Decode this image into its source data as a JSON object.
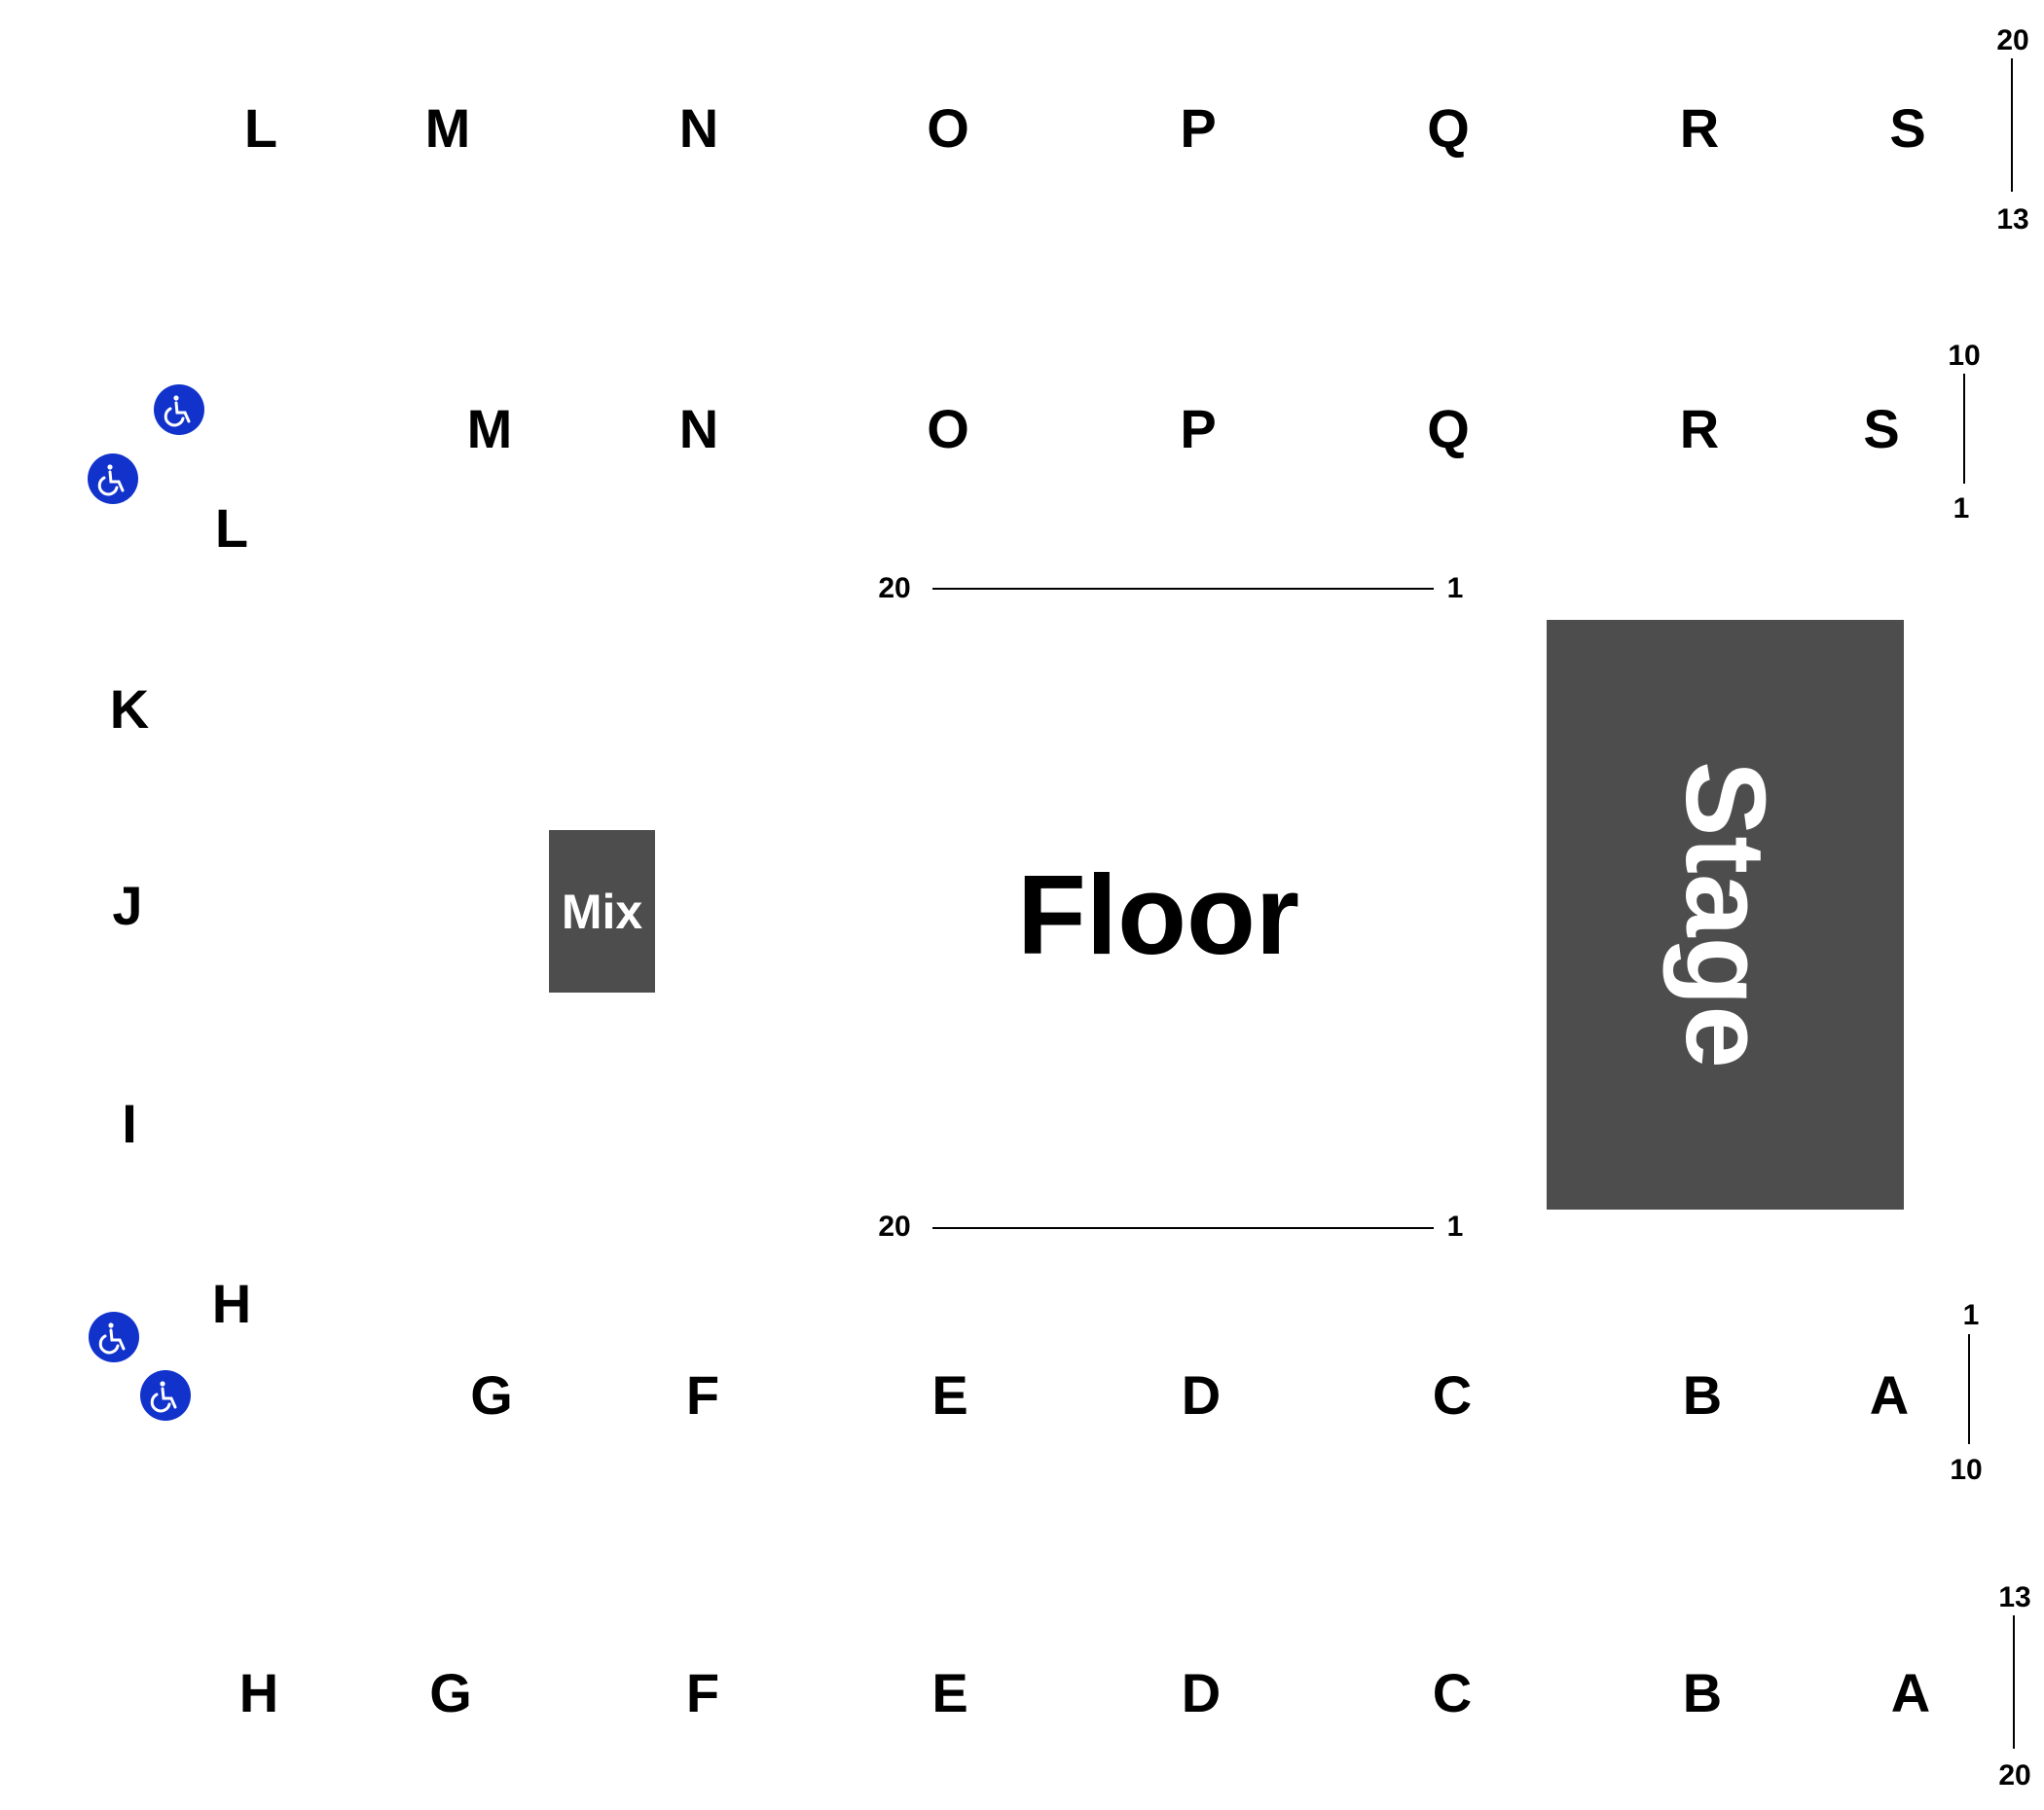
{
  "sections": {
    "upper_top": [
      "L",
      "M",
      "N",
      "O",
      "P",
      "Q",
      "R",
      "S"
    ],
    "lower_top": [
      "M",
      "N",
      "O",
      "P",
      "Q",
      "R",
      "S"
    ],
    "left": [
      "L",
      "K",
      "J",
      "I",
      "H"
    ],
    "lower_bottom": [
      "G",
      "F",
      "E",
      "D",
      "C",
      "B",
      "A"
    ],
    "upper_bottom": [
      "H",
      "G",
      "F",
      "E",
      "D",
      "C",
      "B",
      "A"
    ]
  },
  "areas": {
    "mix": "Mix",
    "floor": "Floor",
    "stage": "Stage"
  },
  "row_ranges": {
    "upper_top": {
      "start": "20",
      "end": "13"
    },
    "lower_top": {
      "start": "10",
      "end": "1"
    },
    "floor_top": {
      "start": "20",
      "end": "1"
    },
    "floor_bottom": {
      "start": "20",
      "end": "1"
    },
    "lower_bottom": {
      "start": "1",
      "end": "10"
    },
    "upper_bottom": {
      "start": "13",
      "end": "20"
    }
  },
  "accessibility_icon": "wheelchair-icon",
  "colors": {
    "accessible": "#1133cc",
    "block": "#4d4d4d",
    "text": "#000000"
  }
}
